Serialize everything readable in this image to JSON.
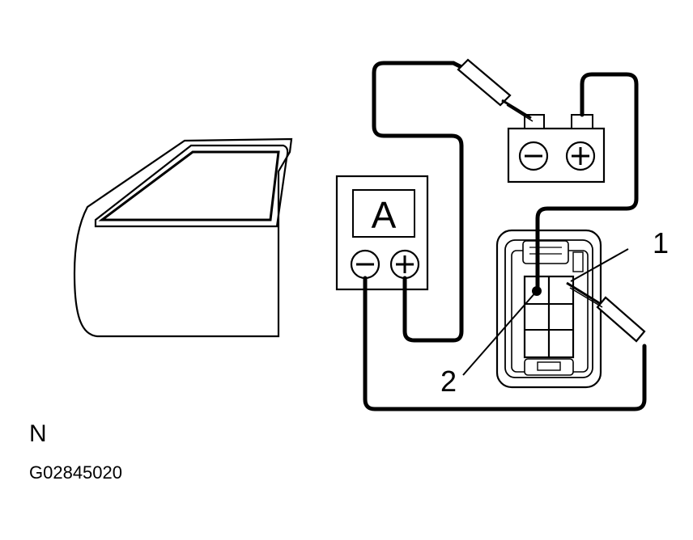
{
  "diagram": {
    "ammeter_label": "A",
    "callout_1": "1",
    "callout_2": "2",
    "position_label": "N",
    "figure_code": "G02845020",
    "colors": {
      "line": "#000000",
      "background": "#ffffff"
    }
  }
}
